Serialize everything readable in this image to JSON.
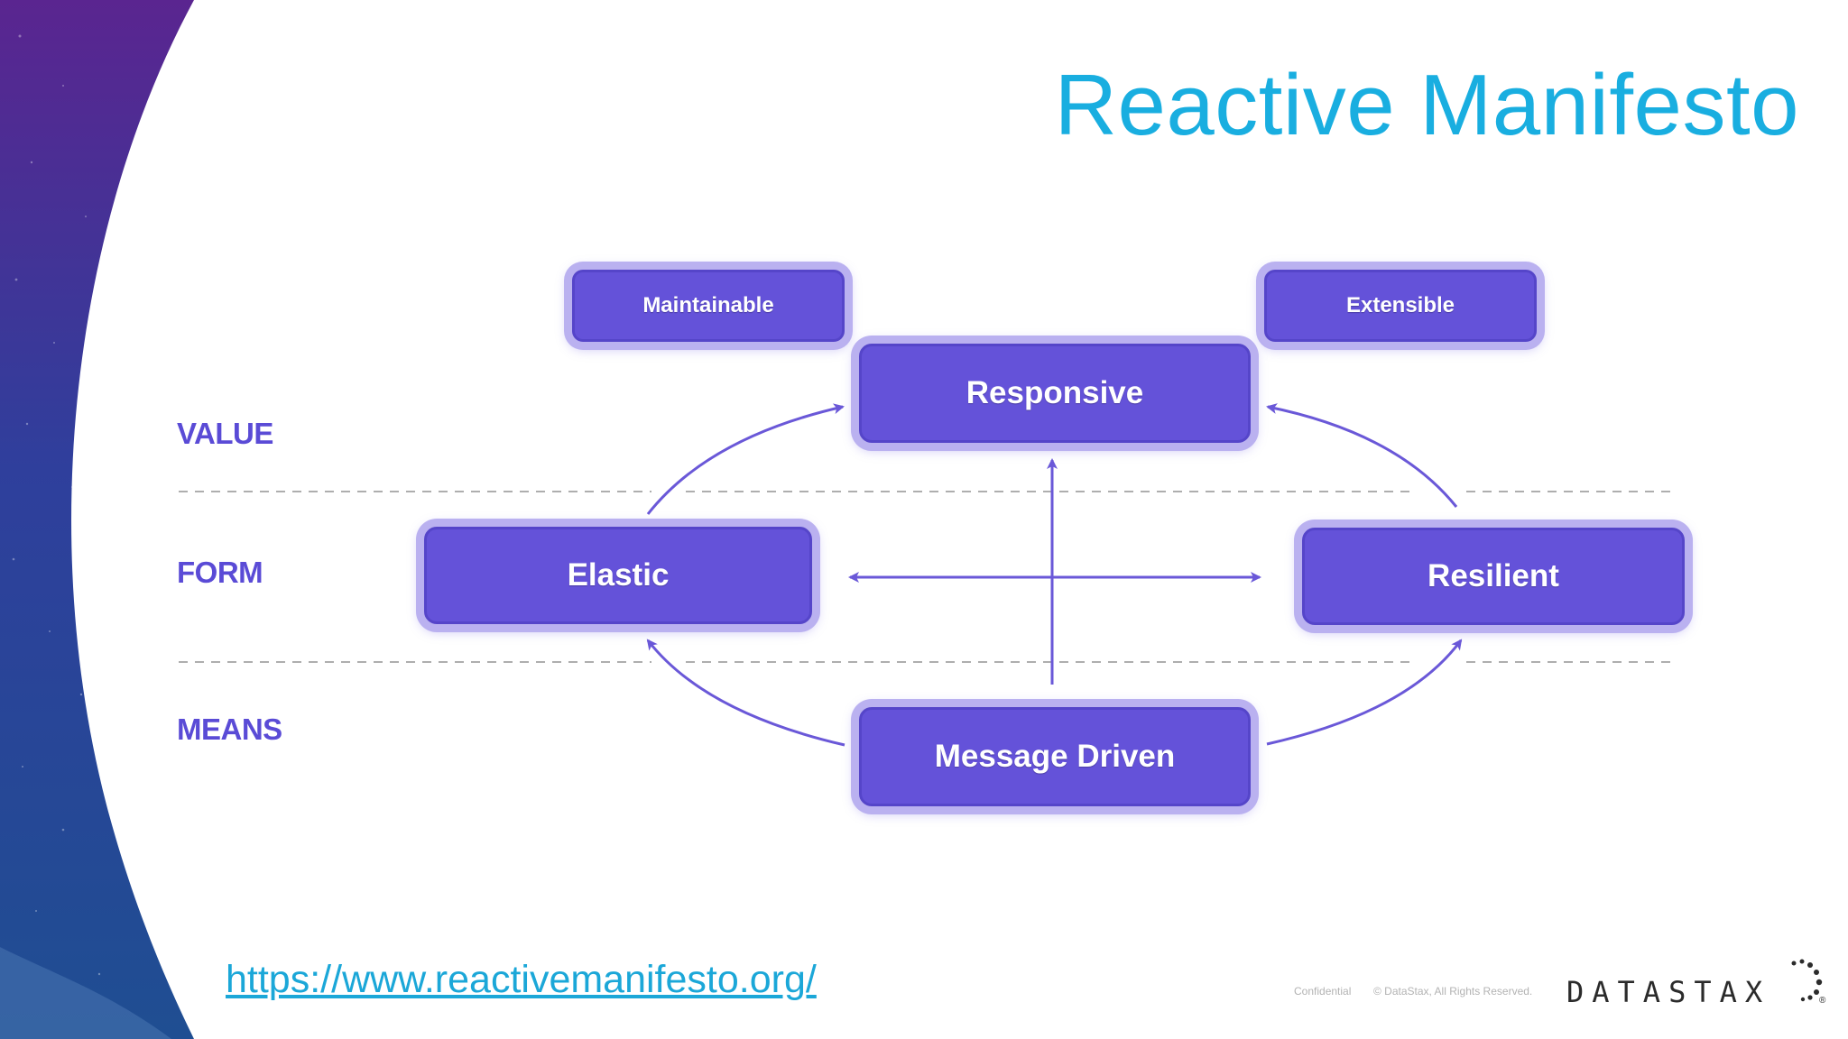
{
  "title": "Reactive Manifesto",
  "levels": {
    "value": "VALUE",
    "form": "FORM",
    "means": "MEANS"
  },
  "boxes": {
    "maintainable": "Maintainable",
    "extensible": "Extensible",
    "responsive": "Responsive",
    "elastic": "Elastic",
    "resilient": "Resilient",
    "message_driven": "Message Driven"
  },
  "link": "https://www.reactivemanifesto.org/",
  "footer": {
    "confidential": "Confidential",
    "copyright": "© DataStax, All Rights Reserved.",
    "brand": "DATASTAX",
    "registered": "®"
  },
  "colors": {
    "title": "#19aee0",
    "box_fill": "#6452d9",
    "box_glow": "#bab1f0",
    "label": "#5a4bd6",
    "arrow": "#6a58d8",
    "link": "#1ba7d8"
  }
}
